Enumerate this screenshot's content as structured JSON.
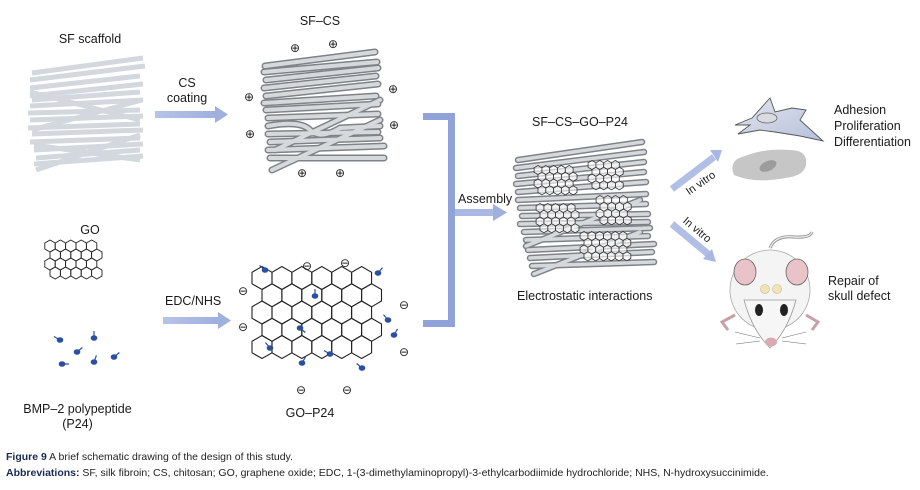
{
  "figure": {
    "labels": {
      "sf_scaffold": "SF scaffold",
      "cs_coating_line1": "CS",
      "cs_coating_line2": "coating",
      "sf_cs": "SF–CS",
      "go": "GO",
      "edc_nhs": "EDC/NHS",
      "go_p24": "GO–P24",
      "bmp_line1": "BMP–2 polypeptide",
      "bmp_line2": "(P24)",
      "assembly": "Assembly",
      "sf_cs_go_p24": "SF–CS–GO–P24",
      "electrostatic": "Electrostatic interactions",
      "in_vitro_upper": "In vitro",
      "in_vitro_lower": "In vitro",
      "adhesion": "Adhesion",
      "proliferation": "Proliferation",
      "differentiation": "Differentiation",
      "repair_line1": "Repair of",
      "repair_line2": "skull defect"
    },
    "charges": {
      "positive": "⊕",
      "negative": "⊖"
    },
    "colors": {
      "arrow": "#a9b8e0",
      "bracket": "#8fa3d8",
      "fiber_light": "#d4d9e0",
      "fiber_dark": "#9a9ea4",
      "peptide": "#2a4fa0",
      "cell_blue": "#c9d0e0",
      "cell_gray": "#c4c4c4"
    }
  },
  "caption": {
    "title_label": "Figure 9",
    "title_text": " A brief schematic drawing of the design of this study.",
    "abbr_label": "Abbreviations:",
    "abbr_text": " SF, silk fibroin; CS, chitosan; GO, graphene oxide; EDC, 1-(3-dimethylaminopropyl)-3-ethylcarbodiimide hydrochloride; NHS, N-hydroxysuccinimide."
  }
}
